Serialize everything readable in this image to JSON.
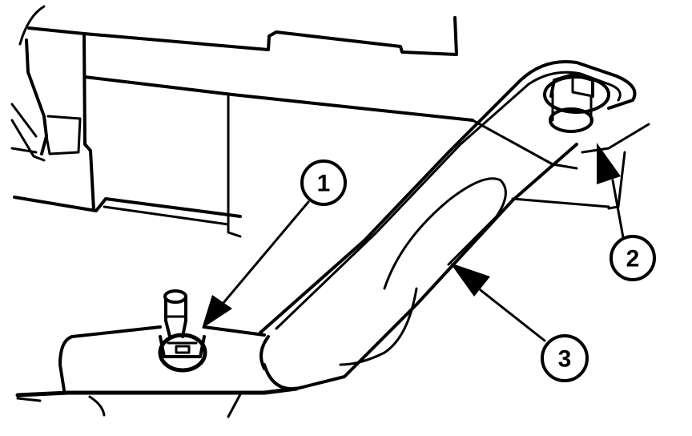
{
  "diagram": {
    "type": "technical-service-illustration",
    "style": "black-and-white line drawing",
    "colors": {
      "line": "#000000",
      "background": "#ffffff"
    },
    "callouts": [
      {
        "number": "1",
        "label": "1",
        "target": "stud / nut at lower mounting point"
      },
      {
        "number": "2",
        "label": "2",
        "target": "hex bolt at upper end of bracket"
      },
      {
        "number": "3",
        "label": "3",
        "target": "support bracket / strap"
      }
    ]
  }
}
